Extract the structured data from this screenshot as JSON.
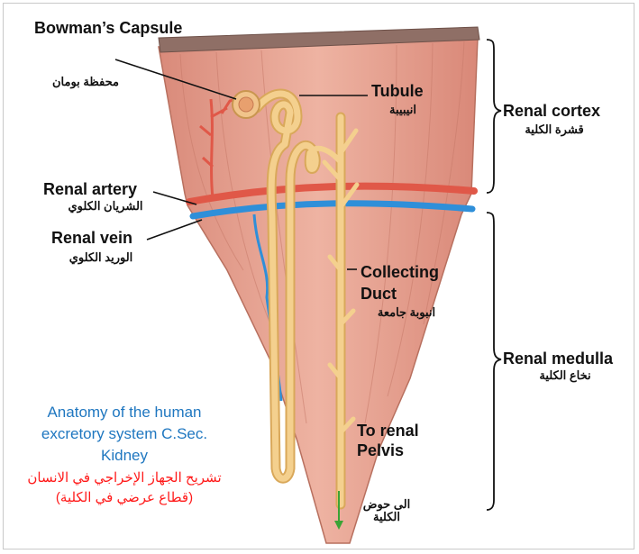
{
  "labels": {
    "bowmans_capsule_en": "Bowman’s Capsule",
    "bowmans_capsule_ar": "محفظة بومان",
    "tubule_en": "Tubule",
    "tubule_ar": "انيبيبة",
    "renal_artery_en": "Renal artery",
    "renal_artery_ar": "الشريان الكلوي",
    "renal_vein_en": "Renal vein",
    "renal_vein_ar": "الوريد الكلوي",
    "collecting_duct_en": "Collecting Duct",
    "collecting_duct_ar": "انبوبة جامعة",
    "to_renal_pelvis_en": "To renal Pelvis",
    "to_renal_pelvis_ar": "الى حوض الكلية",
    "renal_cortex_en": "Renal cortex",
    "renal_cortex_ar": "قشرة الكلية",
    "renal_medulla_en": "Renal medulla",
    "renal_medulla_ar": "نخاع الكلية"
  },
  "caption": {
    "english": "Anatomy of the human excretory system C.Sec. Kidney",
    "arabic": "تشريح الجهاز الإخراجي في الانسان (قطاع عرضي في الكلية)"
  },
  "colors": {
    "tissue": "#e7a08f",
    "tissue_dark": "#c9766a",
    "top_rim": "#8f6f66",
    "artery": "#e05848",
    "vein": "#2f8fd9",
    "tubule": "#f4d08e",
    "tubule_outline": "#d9a85a",
    "caption_en": "#1f77c0",
    "caption_ar": "#ff1a1a",
    "arrow": "#3aa335"
  }
}
